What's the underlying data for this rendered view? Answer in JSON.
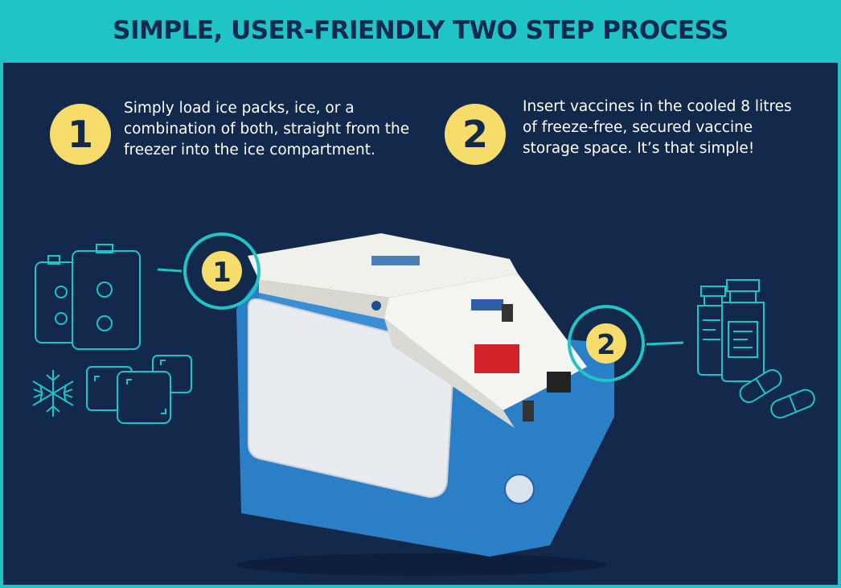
{
  "title": "SIMPLE, USER-FRIENDLY TWO STEP PROCESS",
  "steps": [
    {
      "number": "1",
      "text": "Simply load ice packs, ice, or a combination of both, straight from the freezer into the ice compartment."
    },
    {
      "number": "2",
      "text": "Insert vaccines in the cooled 8 litres of freeze-free, secured vaccine storage space. It’s that simple!"
    }
  ],
  "callouts": [
    {
      "number": "1"
    },
    {
      "number": "2"
    }
  ],
  "colors": {
    "accent": "#1fc4c6",
    "navy": "#13294b",
    "yellow": "#f5dc6b",
    "box_blue": "#2a7fc6"
  },
  "icons": [
    "ice-pack-icon",
    "snowflake-icon",
    "ice-cube-icon",
    "vaccine-vial-icon",
    "capsule-icon"
  ]
}
